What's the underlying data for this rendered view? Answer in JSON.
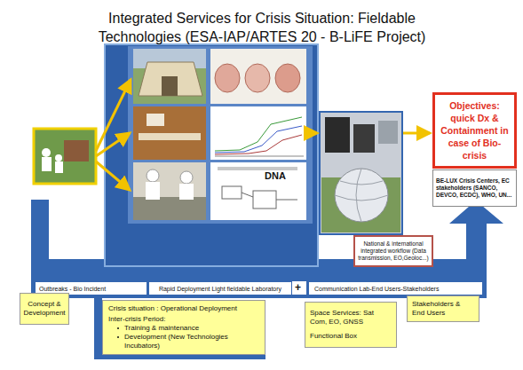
{
  "diagram": {
    "title": "Integrated Services for Crisis Situation: Fieldable Technologies (ESA-IAP/ARTES 20 - B-LiFE Project)",
    "nodes": [
      {
        "text": [
          "Objectives: quick Dx & Containment in case of Bio-crisis"
        ]
      },
      {
        "text": [
          "BE-LUX Crisis Centers, EC stakeholders (SANCO, DEVCO, ECDC), WHO, UN..."
        ]
      },
      {
        "text": [
          "National & international integrated workflow (Data transmission, EO,Geoloc...)"
        ]
      },
      {
        "text": [
          "Outbreaks - Bio Incident"
        ]
      },
      {
        "text": [
          "Rapid Deployment Light fieldable Laboratory"
        ]
      },
      {
        "text": [
          "Communication Lab-End Users-Stakeholders"
        ]
      },
      {
        "text": [
          "Concept & Development"
        ]
      },
      {
        "text": [
          "Crisis situation : Operational Deployment",
          "Inter-crisis Period:",
          "Training & maintenance",
          "Development (New Technologies Incubators)"
        ]
      },
      {
        "text": [
          "Space Services: Sat Com, EO, GNSS",
          "Functional Box"
        ]
      },
      {
        "text": [
          "Stakeholders & End Users"
        ]
      }
    ],
    "labels": [
      "DNA",
      "+"
    ]
  }
}
